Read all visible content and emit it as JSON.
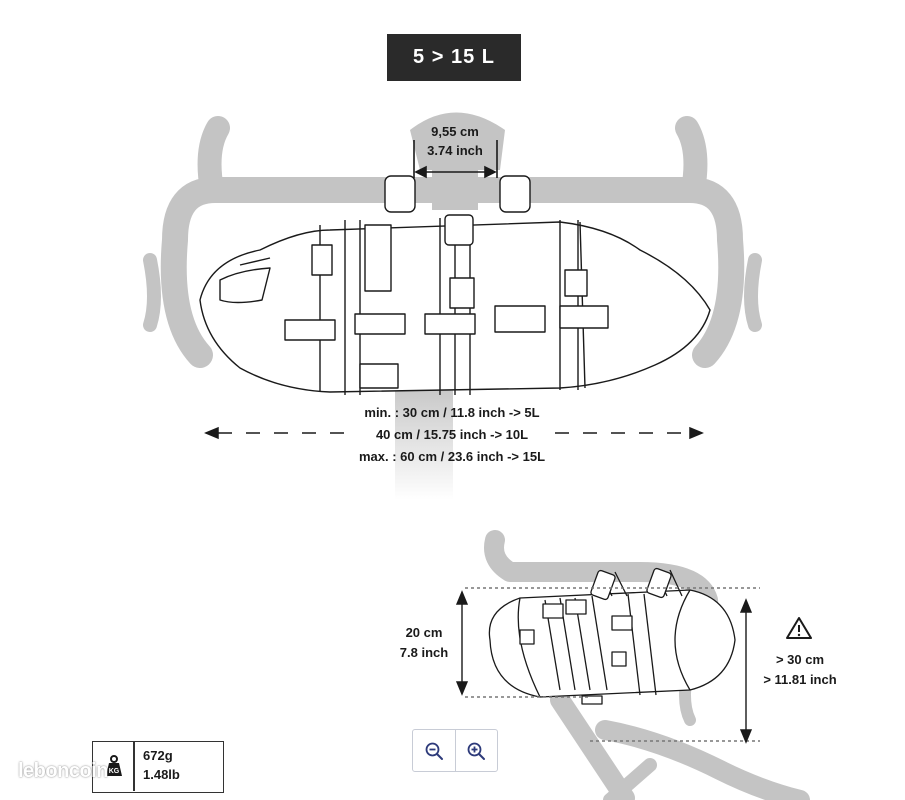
{
  "capacity_label": "5 > 15 L",
  "top_view": {
    "strap_spacing_cm": "9,55 cm",
    "strap_spacing_inch": "3.74 inch",
    "length_min": "min. : 30 cm / 11.8 inch -> 5L",
    "length_mid": "40 cm / 15.75 inch -> 10L",
    "length_max": "max. : 60 cm / 23.6 inch -> 15L"
  },
  "side_view": {
    "height_cm": "20 cm",
    "height_inch": "7.8 inch",
    "clearance_cm": "> 30 cm",
    "clearance_inch": "> 11.81 inch",
    "warning_icon": "warning-triangle-icon"
  },
  "weight": {
    "grams": "672g",
    "pounds": "1.48lb",
    "icon": "weight-icon"
  },
  "zoom": {
    "zoom_out_icon": "zoom-out-icon",
    "zoom_in_icon": "zoom-in-icon"
  },
  "watermark": "leboncoin",
  "colors": {
    "bike_gray": "#c4c4c4",
    "line": "#1a1a1a",
    "badge_bg": "#2a2a2a",
    "zoom_icon": "#2d3a7a"
  }
}
